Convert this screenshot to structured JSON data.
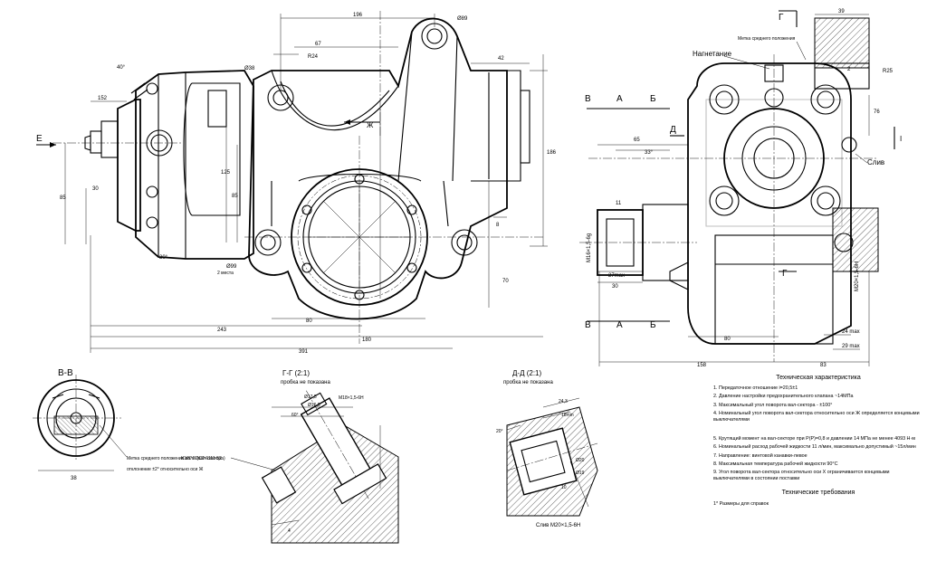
{
  "labels": {
    "nagnetanie": "Нагнетание",
    "sliv": "Слив",
    "marks_note": "Метка среднего положения",
    "section_bb": "В-В",
    "section_gg": "Г-Г (2:1)",
    "section_gg_sub": "пробка не показана",
    "section_dd": "Д-Д (2:1)",
    "section_dd_sub": "пробка не показана",
    "bb_note_1": "Метка среднего положения вала (вал-сектора)",
    "bb_note_2": "отклонение ±2° относительно оси Ж",
    "ps_gost": "К1/8\" ГОСТ 6111-52",
    "sliv_thread": "Слив М20×1,5-6Н",
    "view_E": "Е",
    "view_V": "В",
    "view_A": "А",
    "view_B": "Б",
    "view_G": "Г",
    "view_D": "Д",
    "axis_Zh": "Ж",
    "mark_I": "I",
    "cross_4": "4"
  },
  "dims": {
    "d196": "196",
    "d89": "Ø89",
    "d67": "67",
    "d24": "R24",
    "d38": "Ø38",
    "d42": "42",
    "d40": "40°",
    "d152": "152",
    "d30": "30",
    "d85a": "85",
    "d125": "125",
    "d85b": "85",
    "d20": "20°",
    "d99": "Ø99",
    "d4x": "2 места",
    "d80": "80",
    "d243": "243",
    "d391": "391",
    "d180": "180",
    "d186": "186",
    "d70": "70",
    "d8": "8",
    "d65": "65",
    "d33": "33°",
    "d11": "11",
    "d27": "27max",
    "d30b": "30",
    "d158": "158",
    "d80b": "80",
    "d83": "83",
    "d39": "39",
    "dR25": "R25",
    "d2": "2",
    "d76": "76",
    "d24max": "24 max",
    "d29max": "29 max",
    "m16": "М16×1,5-6g",
    "m20": "М20×1,5-6Н",
    "m18": "М18×1,5-6Н",
    "d175": "Ø17,5",
    "d165": "Ø16,5",
    "d60": "60°",
    "d38b": "38",
    "d24b": "24,3",
    "d18": "18min",
    "d7": "7",
    "d20b": "Ø20",
    "d19": "Ø19",
    "d10": "10",
    "d25": "20°"
  },
  "notes": {
    "title": "Техническая характеристика",
    "items": [
      "1. Передаточное отношение i=20,5±1",
      "2. Давление настройки предохранительного клапана ~14МПа",
      "3. Максимальный угол поворота вал-сектора - ±100°",
      "4. Номинальный угол поворота вал-сектора относительно оси Ж определяется концевыми выключателями",
      "5. Крутящий момент на вал-секторе при Р(Р)=0,8 и давлении 14 МПа не менее 4093 Н·м",
      "6. Номинальный расход рабочей жидкости 11 л/мин, максимально допустимый ~15л/мин",
      "7. Направление: винтовой канавки-левое",
      "8. Максимальная температура рабочей жидкости 90°С",
      "9. Угол поворота вал-сектора относительно оси Х ограничивается концевыми выключателями в состоянии поставки"
    ],
    "req_title": "Технические требования",
    "req_items": [
      "1* Размеры для справок"
    ]
  }
}
